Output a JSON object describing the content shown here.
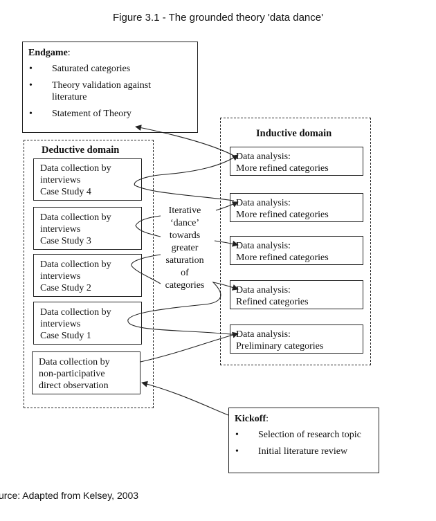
{
  "figure_title": "Figure 3.1 - The grounded theory 'data dance'",
  "source": "urce: Adapted from Kelsey, 2003",
  "endgame": {
    "title": "Endgame",
    "items": [
      "Saturated categories",
      "Theory validation against literature",
      "Statement of Theory"
    ]
  },
  "deductive": {
    "title": "Deductive domain",
    "boxes": [
      {
        "lines": [
          "Data collection by",
          "interviews",
          "Case Study 4"
        ]
      },
      {
        "lines": [
          "Data collection by",
          "interviews",
          "Case Study 3"
        ]
      },
      {
        "lines": [
          "Data collection by",
          "interviews",
          "Case Study 2"
        ]
      },
      {
        "lines": [
          "Data collection by",
          "interviews",
          "Case Study 1"
        ]
      },
      {
        "lines": [
          "Data collection by",
          "non-participative",
          "direct observation"
        ]
      }
    ]
  },
  "inductive": {
    "title": "Inductive domain",
    "boxes": [
      {
        "lines": [
          "Data analysis:",
          "More refined categories"
        ]
      },
      {
        "lines": [
          "Data analysis:",
          "More refined categories"
        ]
      },
      {
        "lines": [
          "Data analysis:",
          "More refined categories"
        ]
      },
      {
        "lines": [
          "Data analysis:",
          "Refined categories"
        ]
      },
      {
        "lines": [
          "Data analysis:",
          "Preliminary categories"
        ]
      }
    ]
  },
  "center_text": [
    "Iterative",
    "‘dance’",
    "towards",
    "greater",
    "saturation",
    "of",
    "categories"
  ],
  "kickoff": {
    "title": "Kickoff",
    "items": [
      "Selection of research topic",
      "Initial literature review"
    ]
  }
}
